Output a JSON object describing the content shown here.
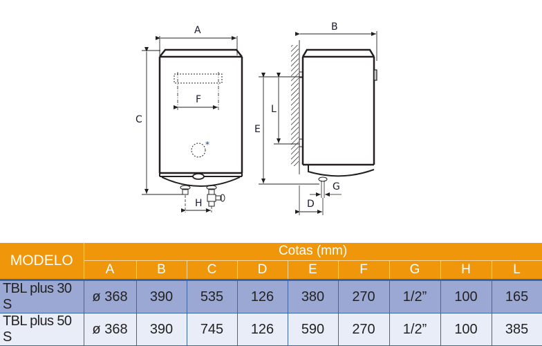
{
  "diagram": {
    "front_view": {
      "labels": {
        "A": "A",
        "C": "C",
        "F": "F",
        "H": "H",
        "star": "*"
      }
    },
    "side_view": {
      "labels": {
        "B": "B",
        "E": "E",
        "L": "L",
        "G": "G",
        "D": "D"
      }
    },
    "colors": {
      "line": "#231f20",
      "label": "#1a1a2e",
      "accent_star": "#f0960a"
    }
  },
  "table": {
    "header": {
      "modelo": "MODELO",
      "group": "Cotas (mm)",
      "columns": [
        "A",
        "B",
        "C",
        "D",
        "E",
        "F",
        "G",
        "H",
        "L"
      ]
    },
    "rows": [
      {
        "model": "TBL plus 30 S",
        "values": [
          "ø 368",
          "390",
          "535",
          "126",
          "380",
          "270",
          "1/2”",
          "100",
          "165"
        ]
      },
      {
        "model": "TBL plus 50 S",
        "values": [
          "ø 368",
          "390",
          "745",
          "126",
          "590",
          "270",
          "1/2”",
          "100",
          "385"
        ]
      }
    ],
    "colors": {
      "header_bg": "#f0960a",
      "row_odd_bg": "#9aa8d3",
      "row_even_bg": "#e9edf7",
      "border": "#3a66a8"
    }
  }
}
